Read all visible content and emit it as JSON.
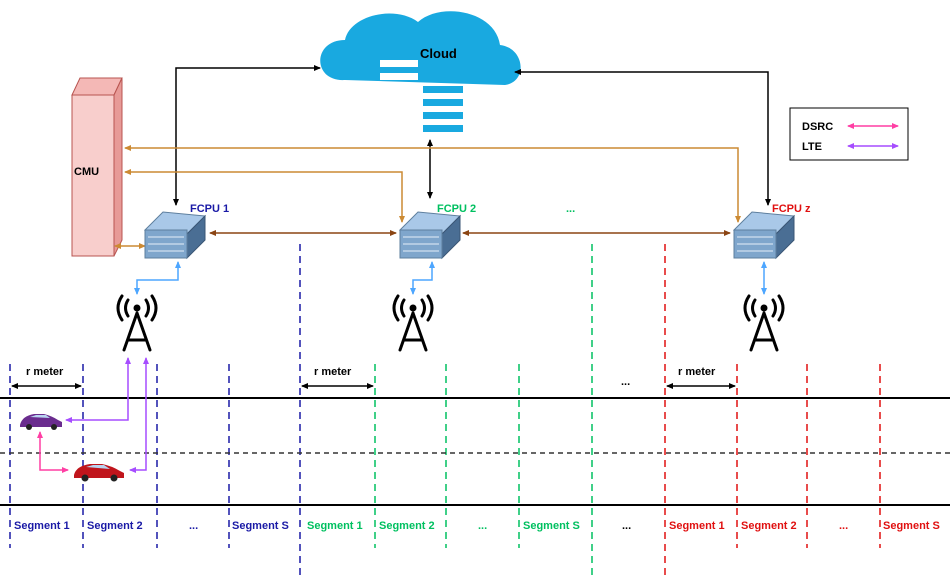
{
  "cloud": {
    "label": "Cloud",
    "color": "#19A9E0"
  },
  "cmu": {
    "label": "CMU",
    "color": "#F8CECC",
    "border": "#B85450"
  },
  "fcpus": [
    {
      "label": "FCPU 1",
      "color": "#1A1AA6"
    },
    {
      "label": "FCPU 2",
      "color": "#00C060"
    },
    {
      "label": "FCPU z",
      "color": "#E01010"
    }
  ],
  "fcpu_ellipsis": "...",
  "legend": {
    "items": [
      {
        "label": "DSRC",
        "color": "#FF3FA4"
      },
      {
        "label": "LTE",
        "color": "#A64DFF"
      }
    ]
  },
  "r_meter_labels": [
    "r meter",
    "r meter",
    "r meter"
  ],
  "mid_ellipsis": "...",
  "groups": [
    {
      "color": "#1A1AA6",
      "segments": [
        "Segment 1",
        "Segment 2",
        "...",
        "Segment S"
      ]
    },
    {
      "color": "#00C060",
      "segments": [
        "Segment 1",
        "Segment 2",
        "...",
        "Segment S"
      ]
    },
    {
      "color": "#E01010",
      "segments": [
        "Segment 1",
        "Segment 2",
        "...",
        "Segment S"
      ]
    }
  ],
  "between_groups_ellipsis": "...",
  "colors": {
    "backhaul": "#8B4513",
    "cmu_link": "#CC8A33",
    "cloud_link": "#000000",
    "lte_link": "#4DA6FF"
  }
}
